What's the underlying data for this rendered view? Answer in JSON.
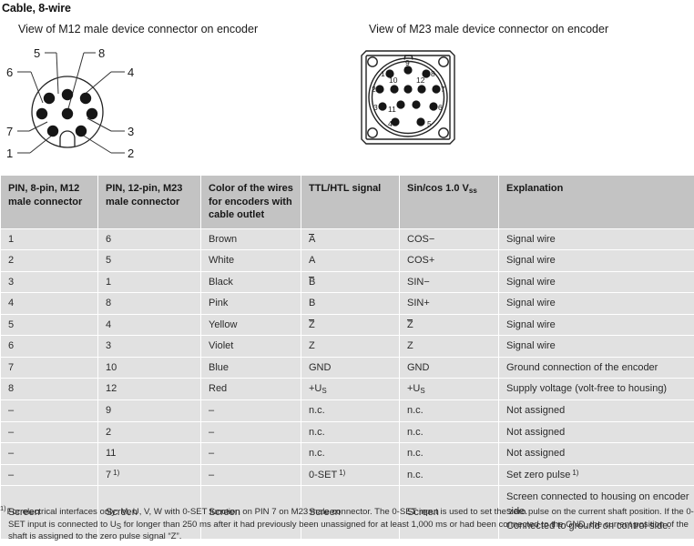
{
  "heading": "Cable, 8-wire",
  "diagrams": {
    "m12": {
      "caption": "View of M12 male device connector on encoder",
      "pin_labels": [
        "1",
        "2",
        "3",
        "4",
        "5",
        "6",
        "7",
        "8"
      ],
      "type": "M12 8-pin male device connector"
    },
    "m23": {
      "caption": "View of M23 male device connector on encoder",
      "pin_labels": [
        "1",
        "2",
        "3",
        "4",
        "5",
        "6",
        "7",
        "8",
        "9",
        "10",
        "11",
        "12"
      ],
      "type": "M23 12-pin male device connector"
    }
  },
  "table": {
    "headers": [
      "PIN, 8-pin, M12 male connector",
      "PIN, 12-pin, M23 male connector",
      "Color of the wires for encoders with cable outlet",
      "TTL/HTL signal",
      "Sin/cos 1.0 Vss",
      "Explanation"
    ],
    "header_sincos_base": "Sin/cos 1.0 V",
    "header_sincos_sub": "ss",
    "rows": [
      {
        "m12": "1",
        "m23": "6",
        "color": "Brown",
        "ttl": "A",
        "ttl_overline": true,
        "sincos": "COS−",
        "sincos_overline": false,
        "explanation": "Signal wire"
      },
      {
        "m12": "2",
        "m23": "5",
        "color": "White",
        "ttl": "A",
        "ttl_overline": false,
        "sincos": "COS+",
        "sincos_overline": false,
        "explanation": "Signal wire"
      },
      {
        "m12": "3",
        "m23": "1",
        "color": "Black",
        "ttl": "B",
        "ttl_overline": true,
        "sincos": "SIN−",
        "sincos_overline": false,
        "explanation": "Signal wire"
      },
      {
        "m12": "4",
        "m23": "8",
        "color": "Pink",
        "ttl": "B",
        "ttl_overline": false,
        "sincos": "SIN+",
        "sincos_overline": false,
        "explanation": "Signal wire"
      },
      {
        "m12": "5",
        "m23": "4",
        "color": "Yellow",
        "ttl": "Z",
        "ttl_overline": true,
        "sincos": "Z",
        "sincos_overline": true,
        "explanation": "Signal wire"
      },
      {
        "m12": "6",
        "m23": "3",
        "color": "Violet",
        "ttl": "Z",
        "ttl_overline": false,
        "sincos": "Z",
        "sincos_overline": false,
        "explanation": "Signal wire"
      },
      {
        "m12": "7",
        "m23": "10",
        "color": "Blue",
        "ttl": "GND",
        "ttl_overline": false,
        "sincos": "GND",
        "sincos_overline": false,
        "explanation": "Ground connection of the encoder"
      },
      {
        "m12": "8",
        "m23": "12",
        "color": "Red",
        "ttl": "+US",
        "ttl_overline": false,
        "ttl_base": "+U",
        "ttl_sub": "S",
        "sincos": "+US",
        "sincos_base": "+U",
        "sincos_sub": "S",
        "sincos_overline": false,
        "explanation": "Supply voltage (volt-free to housing)"
      },
      {
        "m12": "–",
        "m23": "9",
        "color": "–",
        "ttl": "n.c.",
        "ttl_overline": false,
        "sincos": "n.c.",
        "sincos_overline": false,
        "explanation": "Not assigned"
      },
      {
        "m12": "–",
        "m23": "2",
        "color": "–",
        "ttl": "n.c.",
        "ttl_overline": false,
        "sincos": "n.c.",
        "sincos_overline": false,
        "explanation": "Not assigned"
      },
      {
        "m12": "–",
        "m23": "11",
        "color": "–",
        "ttl": "n.c.",
        "ttl_overline": false,
        "sincos": "n.c.",
        "sincos_overline": false,
        "explanation": "Not assigned"
      },
      {
        "m12": "–",
        "m23": "7",
        "m23_footnote": "1)",
        "color": "–",
        "ttl": "0-SET",
        "ttl_footnote": "1)",
        "ttl_overline": false,
        "sincos": "n.c.",
        "sincos_overline": false,
        "explanation": "Set zero pulse",
        "explanation_footnote": "1)"
      },
      {
        "m12": "Screen",
        "m23": "Screen",
        "color": "Screen",
        "ttl": "Screen",
        "ttl_overline": false,
        "sincos": "Screen",
        "sincos_overline": false,
        "explanation": "Screen connected to housing on encoder side.\nConnected to ground on control side.",
        "is_screen": true
      }
    ]
  },
  "footnote": {
    "marker": "1)",
    "text": "For electrical interfaces only: M, U, V, W with 0-SET function on PIN 7 on M23 male connector. The 0-SET input is used to set the zero pulse on the current shaft position. If the 0-SET input is connected to Us for longer than 250 ms after it had previously been unassigned for at least 1,000 ms or had been connected to the GND, the current position of the shaft is assigned to the zero pulse signal “Z”.",
    "part1": "For electrical interfaces only: M, U, V, W with 0-SET function on PIN 7 on M23 male connector. The 0-SET input is used to set the zero pulse on the current shaft position. If the 0-SET input is connected to U",
    "sub": "S",
    "part2": " for longer than 250 ms after it had previously been unassigned for at least 1,000 ms or had been connected to the GND, the current position of the shaft is assigned to the zero pulse signal “Z”."
  },
  "colors": {
    "header_bg": "#c3c3c3",
    "row_bg": "#e1e1e1",
    "page_bg": "#ffffff",
    "text": "#1a1a1a",
    "diagram_stroke": "#222222"
  }
}
